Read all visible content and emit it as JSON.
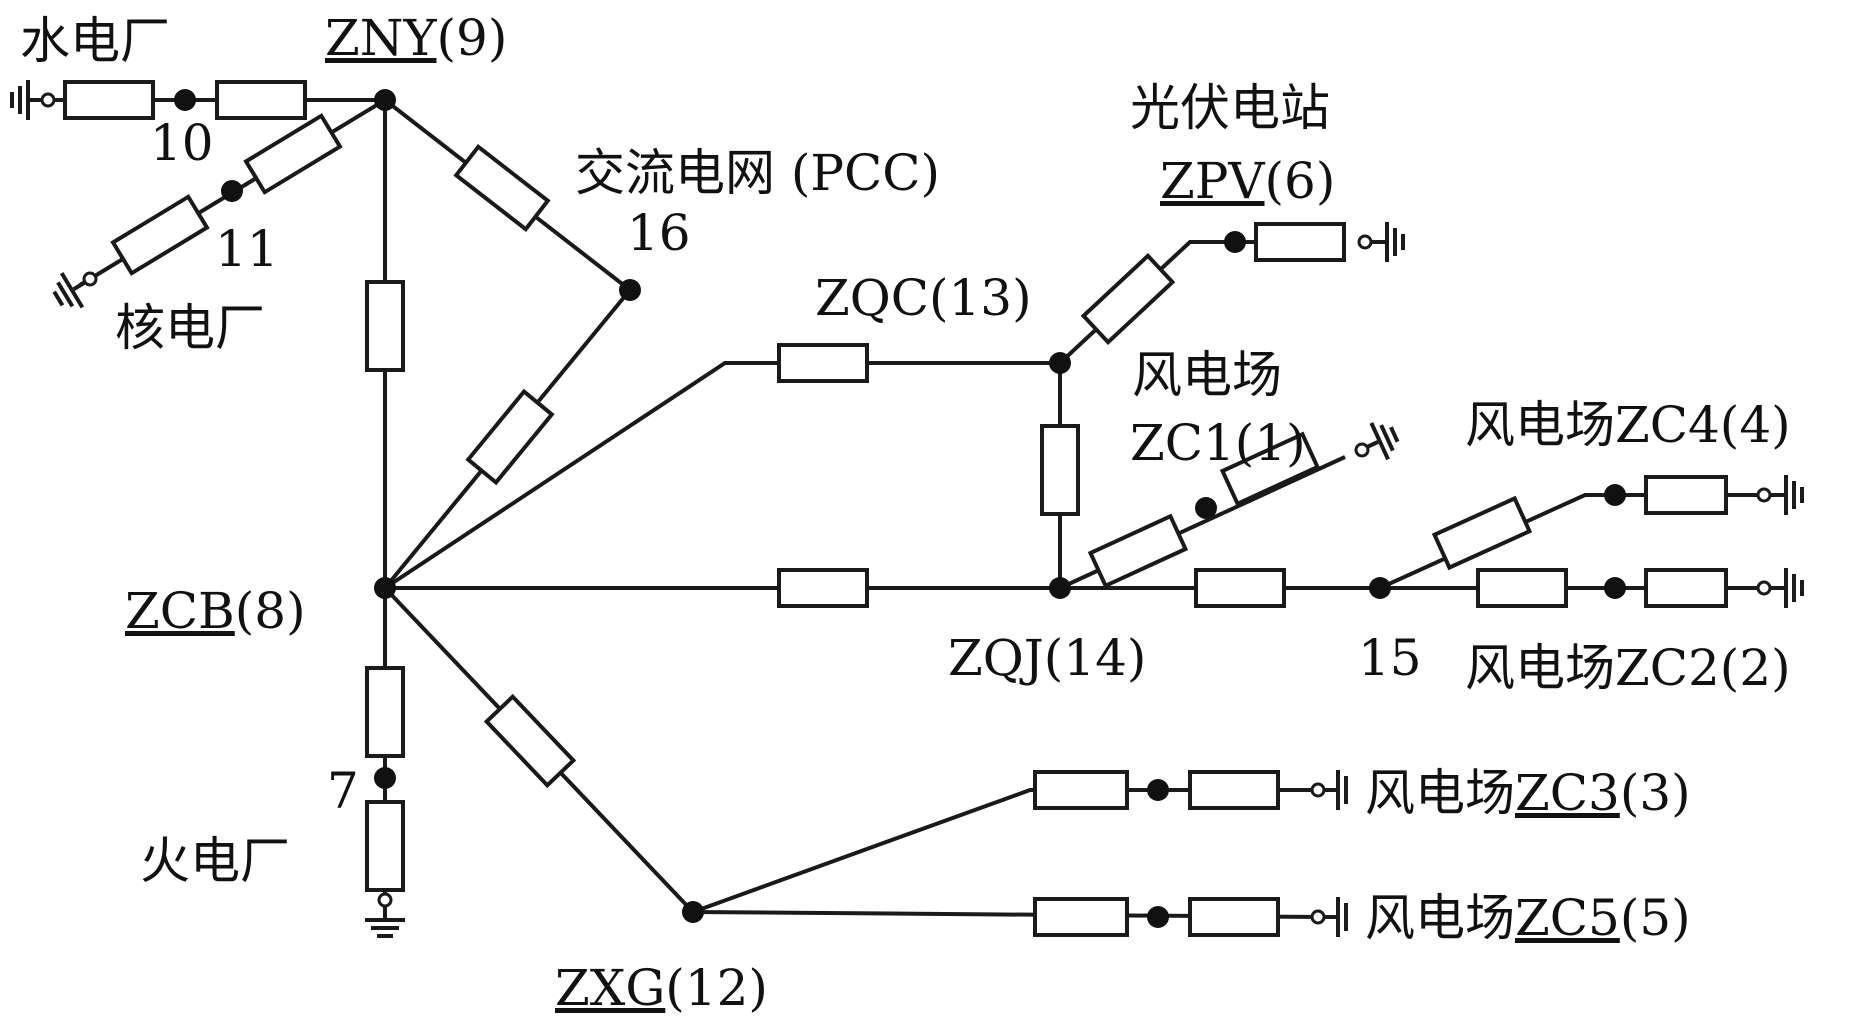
{
  "labels": {
    "hydro": "水电厂",
    "zny": "ZNY",
    "zny_num": "(9)",
    "node10": "10",
    "node11": "11",
    "nuclear": "核电厂",
    "grid": "交流电网 (PCC)",
    "node16": "16",
    "pv": "光伏电站",
    "zpv": "ZPV",
    "zpv_num": "(6)",
    "zqc": "ZQC(13)",
    "wind_zc1_line1": "风电场",
    "wind_zc1_line2": "ZC1(1)",
    "wind_zc4": "风电场ZC4(4)",
    "zcb": "ZCB",
    "zcb_num": "(8)",
    "zqj": "ZQJ(14)",
    "node15": "15",
    "wind_zc2": "风电场ZC2(2)",
    "node7": "7",
    "thermal": "火电厂",
    "wind_zc3_prefix": "风电场",
    "zc3": "ZC3",
    "zc3_num": "(3)",
    "wind_zc5_prefix": "风电场",
    "zc5": "ZC5",
    "zc5_num": "(5)",
    "zxg": "ZXG",
    "zxg_num": "(12)"
  },
  "colors": {
    "line": "#1a1a1a",
    "node": "#111111",
    "background": "#ffffff"
  }
}
